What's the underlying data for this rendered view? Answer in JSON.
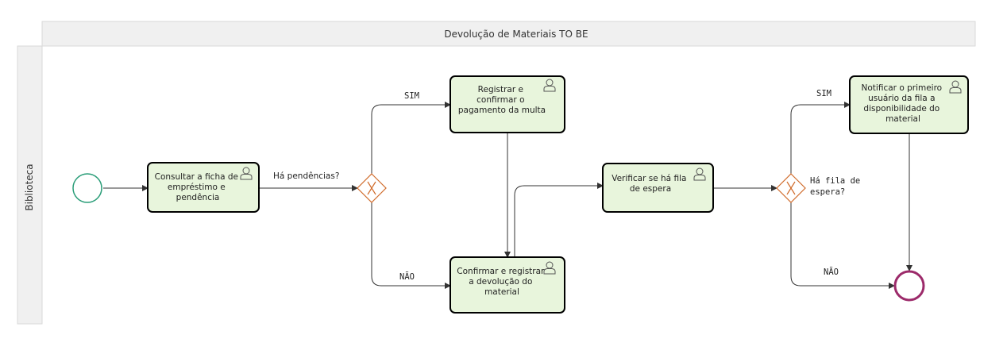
{
  "pool": {
    "title": "Devolução de Materiais TO BE"
  },
  "lane": {
    "name": "Biblioteca"
  },
  "colors": {
    "task_fill": "#e8f5dc",
    "start_stroke": "#2a9d78",
    "end_stroke": "#9c2a6a",
    "gateway_stroke": "#d06b2a",
    "header_fill": "#f0f0f0"
  },
  "tasks": {
    "consultar": {
      "lines": [
        "Consultar a ficha de",
        "empréstimo e",
        "pendência"
      ],
      "icon": "user-icon"
    },
    "registrar": {
      "lines": [
        "Registrar e",
        "confirmar o",
        "pagamento da multa"
      ],
      "icon": "user-icon"
    },
    "confirmar": {
      "lines": [
        "Confirmar e registrar",
        "a devolução do",
        "material"
      ],
      "icon": "user-icon"
    },
    "verificar": {
      "lines": [
        "Verificar se há fila",
        "de espera"
      ],
      "icon": "user-icon"
    },
    "notificar": {
      "lines": [
        "Notificar o primeiro",
        "usuário da fila a",
        "disponibilidade do",
        "material"
      ],
      "icon": "user-icon"
    }
  },
  "gateways": {
    "pendencias": {
      "label": "Há pendências?"
    },
    "fila": {
      "lines": [
        "Há fila de",
        "espera?"
      ]
    }
  },
  "flows": {
    "sim1": "SIM",
    "nao1": "NÃO",
    "sim2": "SIM",
    "nao2": "NÃO"
  }
}
